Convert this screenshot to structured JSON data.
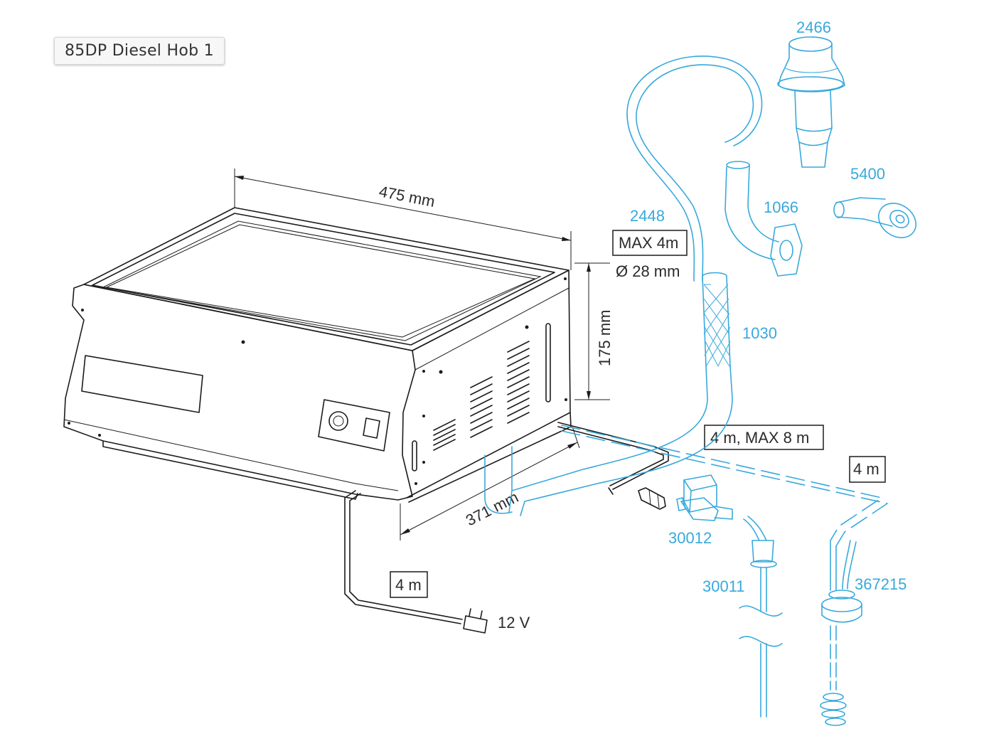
{
  "tooltip": {
    "title": "85DP Diesel Hob 1"
  },
  "dimensions": {
    "width": "475 mm",
    "depth": "371 mm",
    "height": "175 mm",
    "exhaust_max": "MAX 4m",
    "exhaust_diameter": "Ø 28 mm",
    "fuel_line": "4 m, MAX 8 m",
    "return_line": "4 m",
    "power_cable": "4 m",
    "voltage": "12 V"
  },
  "parts": {
    "p2466": "2466",
    "p5400": "5400",
    "p1066": "1066",
    "p2448": "2448",
    "p1030": "1030",
    "p30012": "30012",
    "p30011": "30011",
    "p367215": "367215"
  },
  "colors": {
    "part_lines": "#38a9dc",
    "unit_lines": "#1c1c1c"
  }
}
